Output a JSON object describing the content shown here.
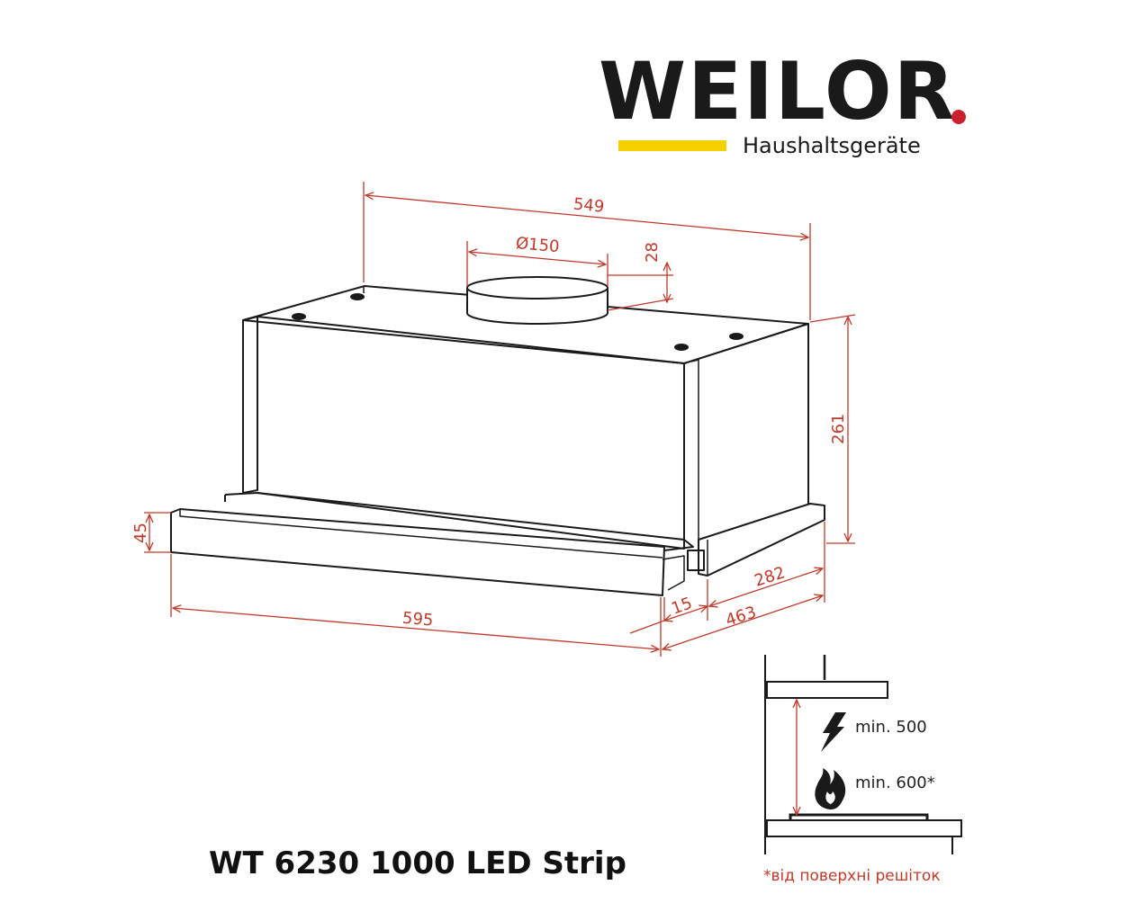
{
  "brand": {
    "name": "WEILOR",
    "tagline": "Haushaltsgeräte",
    "dot_color": "#cc1f2e",
    "bar_color": "#f5d000"
  },
  "model": "WT 6230 1000 LED Strip",
  "dimensions": {
    "width_top": "549",
    "outlet_diameter": "Ø150",
    "outlet_height": "28",
    "height": "261",
    "panel_height": "45",
    "width_front": "595",
    "depth_front": "15",
    "depth_base": "282",
    "depth_total": "463"
  },
  "clearance": {
    "electric_label": "min. 500",
    "gas_label": "min. 600*",
    "note": "*від поверхні решіток",
    "electric_icon": "lightning-icon",
    "gas_icon": "flame-icon"
  },
  "colors": {
    "dimension_line": "#c0392b",
    "outline": "#1a1a1a"
  }
}
